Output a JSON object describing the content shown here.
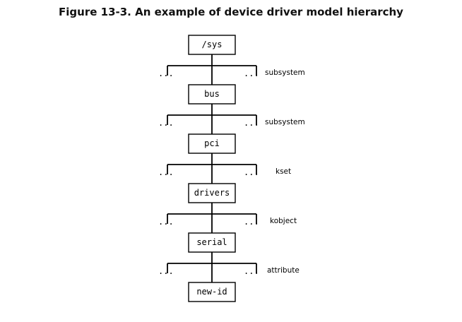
{
  "figure": {
    "caption": "Figure 13-3. An example of device driver model hierarchy"
  },
  "hierarchy": {
    "nodes": [
      {
        "label": "/sys"
      },
      {
        "label": "bus"
      },
      {
        "label": "pci"
      },
      {
        "label": "drivers"
      },
      {
        "label": "serial"
      },
      {
        "label": "new-id"
      }
    ],
    "branch_ellipsis": "...",
    "level_labels": [
      "subsystem",
      "subsystem",
      "kset",
      "kobject",
      "attribute"
    ]
  }
}
